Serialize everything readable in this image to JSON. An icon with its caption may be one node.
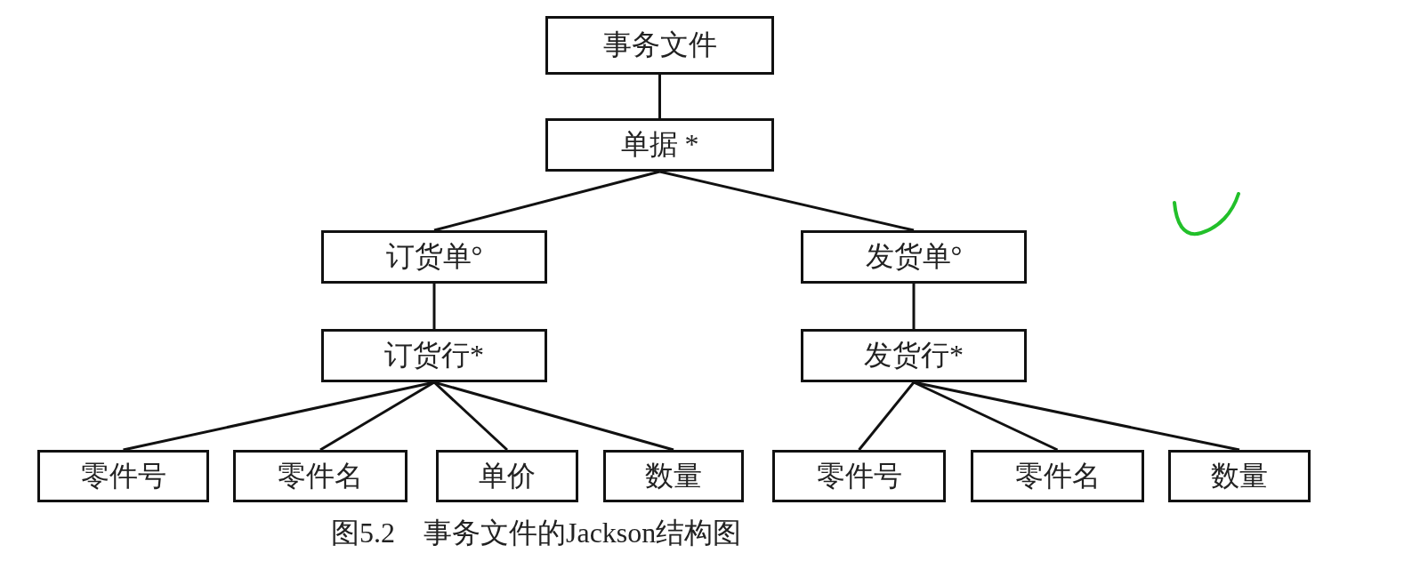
{
  "diagram": {
    "caption": "图5.2　事务文件的Jackson结构图",
    "nodes": [
      {
        "text": [
          "事务文件"
        ]
      },
      {
        "text": [
          "单据 *"
        ]
      },
      {
        "text": [
          "订货单°"
        ]
      },
      {
        "text": [
          "发货单°"
        ]
      },
      {
        "text": [
          "订货行*"
        ]
      },
      {
        "text": [
          "发货行*"
        ]
      },
      {
        "text": [
          "零件号"
        ]
      },
      {
        "text": [
          "零件名"
        ]
      },
      {
        "text": [
          "单价"
        ]
      },
      {
        "text": [
          "数量"
        ]
      },
      {
        "text": [
          "零件号"
        ]
      },
      {
        "text": [
          "零件名"
        ]
      },
      {
        "text": [
          "数量"
        ]
      }
    ],
    "edges": [
      {
        "from": 0,
        "to": 1,
        "arrow": "none"
      },
      {
        "from": 1,
        "to": 2,
        "arrow": "none"
      },
      {
        "from": 1,
        "to": 3,
        "arrow": "none"
      },
      {
        "from": 2,
        "to": 4,
        "arrow": "none"
      },
      {
        "from": 3,
        "to": 5,
        "arrow": "none"
      },
      {
        "from": 4,
        "to": 6,
        "arrow": "none"
      },
      {
        "from": 4,
        "to": 7,
        "arrow": "none"
      },
      {
        "from": 4,
        "to": 8,
        "arrow": "none"
      },
      {
        "from": 4,
        "to": 9,
        "arrow": "none"
      },
      {
        "from": 5,
        "to": 10,
        "arrow": "none"
      },
      {
        "from": 5,
        "to": 11,
        "arrow": "none"
      },
      {
        "from": 5,
        "to": 12,
        "arrow": "none"
      }
    ]
  }
}
